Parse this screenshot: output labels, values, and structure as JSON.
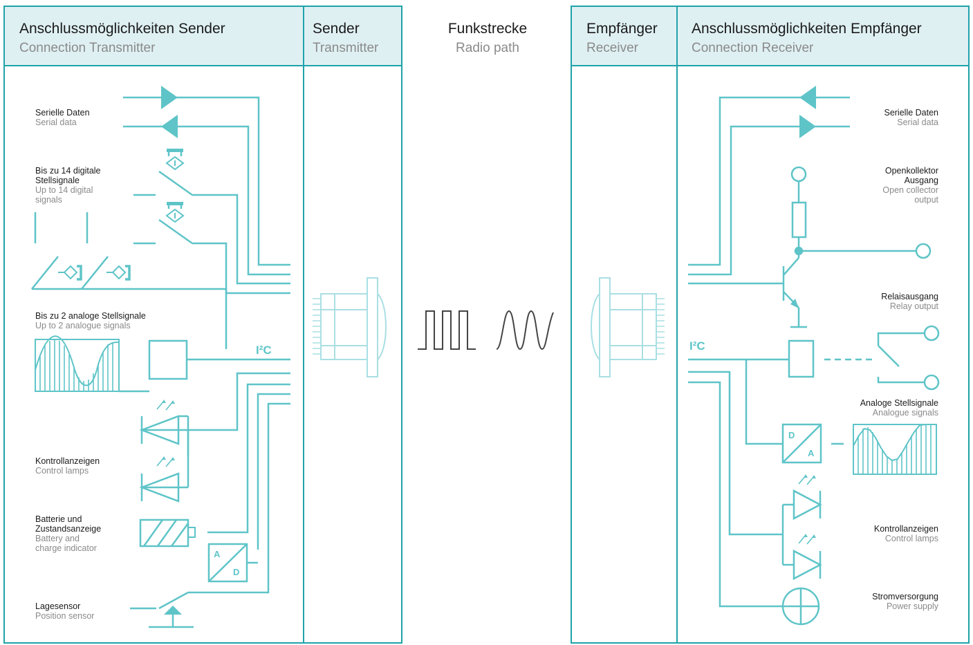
{
  "colors": {
    "accent": "#5ec4c8",
    "header_bg": "#dff0f3",
    "panel_border": "#1fa2a9",
    "wave": "#444444"
  },
  "header": {
    "sender_conn": {
      "de": "Anschlussmöglichkeiten Sender",
      "en": "Connection Transmitter"
    },
    "sender": {
      "de": "Sender",
      "en": "Transmitter"
    },
    "radio": {
      "de": "Funkstrecke",
      "en": "Radio path"
    },
    "receiver": {
      "de": "Empfänger",
      "en": "Receiver"
    },
    "receiver_conn": {
      "de": "Anschlussmöglichkeiten Empfänger",
      "en": "Connection Receiver"
    }
  },
  "bus_label": "I²C",
  "converter_letters": {
    "a": "A",
    "d": "D"
  },
  "left_labels": {
    "serial": {
      "de": "Serielle Daten",
      "en": "Serial data"
    },
    "digital": {
      "de1": "Bis zu 14 digitale",
      "de2": "Stellsignale",
      "en1": "Up to 14 digital",
      "en2": "signals"
    },
    "analog": {
      "de": "Bis zu 2 analoge Stellsignale",
      "en": "Up to 2 analogue signals"
    },
    "lamps": {
      "de": "Kontrollanzeigen",
      "en": "Control lamps"
    },
    "battery": {
      "de1": "Batterie und",
      "de2": "Zustandsanzeige",
      "en1": "Battery and",
      "en2": "charge indicator"
    },
    "position": {
      "de": "Lagesensor",
      "en": "Position sensor"
    }
  },
  "right_labels": {
    "serial": {
      "de": "Serielle Daten",
      "en": "Serial data"
    },
    "opencollector": {
      "de1": "Openkollektor",
      "de2": "Ausgang",
      "en1": "Open collector",
      "en2": "output"
    },
    "relay": {
      "de": "Relaisausgang",
      "en": "Relay output"
    },
    "analog": {
      "de": "Analoge Stellsignale",
      "en": "Analogue signals"
    },
    "lamps": {
      "de": "Kontrollanzeigen",
      "en": "Control lamps"
    },
    "power": {
      "de": "Stromversorgung",
      "en": "Power supply"
    }
  }
}
